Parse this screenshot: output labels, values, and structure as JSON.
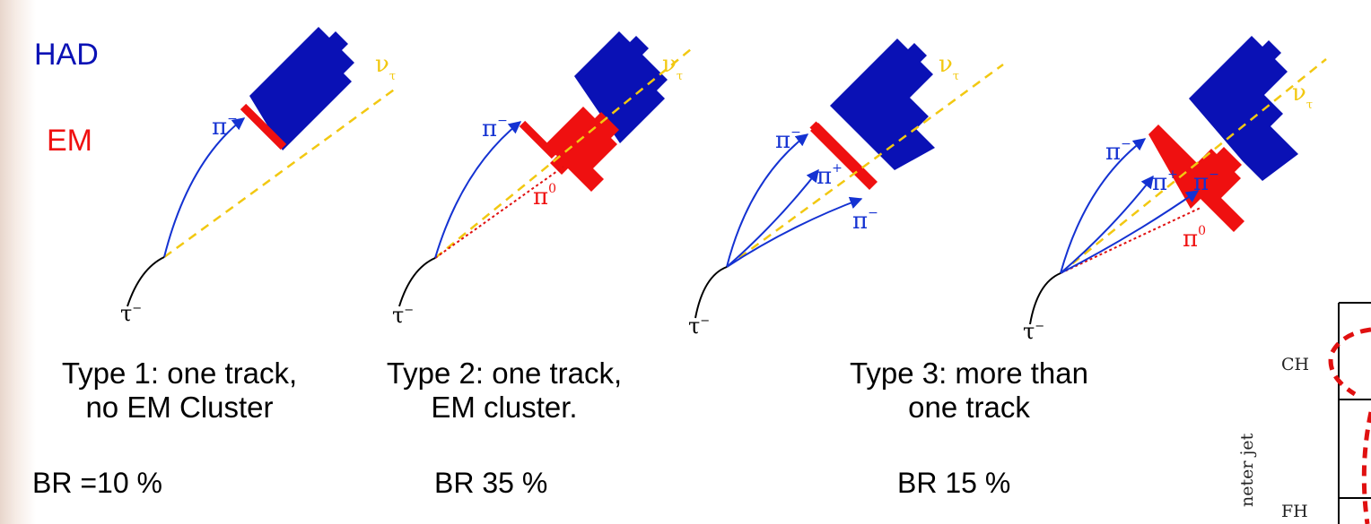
{
  "legend": {
    "had_label": "HAD",
    "em_label": "EM",
    "had_color": "#0a11b5",
    "em_color": "#ef1010"
  },
  "colors": {
    "track": "#1432d2",
    "neutrino": "#f2c811",
    "pi0_line": "#e01010",
    "tau_line": "#000000"
  },
  "particles": {
    "tau": "τ",
    "tau_sup": "−",
    "pi_minus": "π",
    "pi_plus": "π",
    "pi_zero": "π",
    "sup_minus": "−",
    "sup_plus": "+",
    "sup_zero": "0",
    "nu": "ν",
    "nu_sub": "τ"
  },
  "types": [
    {
      "caption_line1": "Type 1: one track,",
      "caption_line2": "no EM Cluster",
      "br": "BR =10 %"
    },
    {
      "caption_line1": "Type 2: one track,",
      "caption_line2": "EM cluster.",
      "br": "BR 35 %"
    },
    {
      "caption_line1": "Type 3: more than",
      "caption_line2": "one track",
      "br": "BR 15 %"
    }
  ],
  "side_figure": {
    "row_labels": [
      "CH",
      "FH"
    ],
    "axis_label_fragment": "neter jet"
  }
}
